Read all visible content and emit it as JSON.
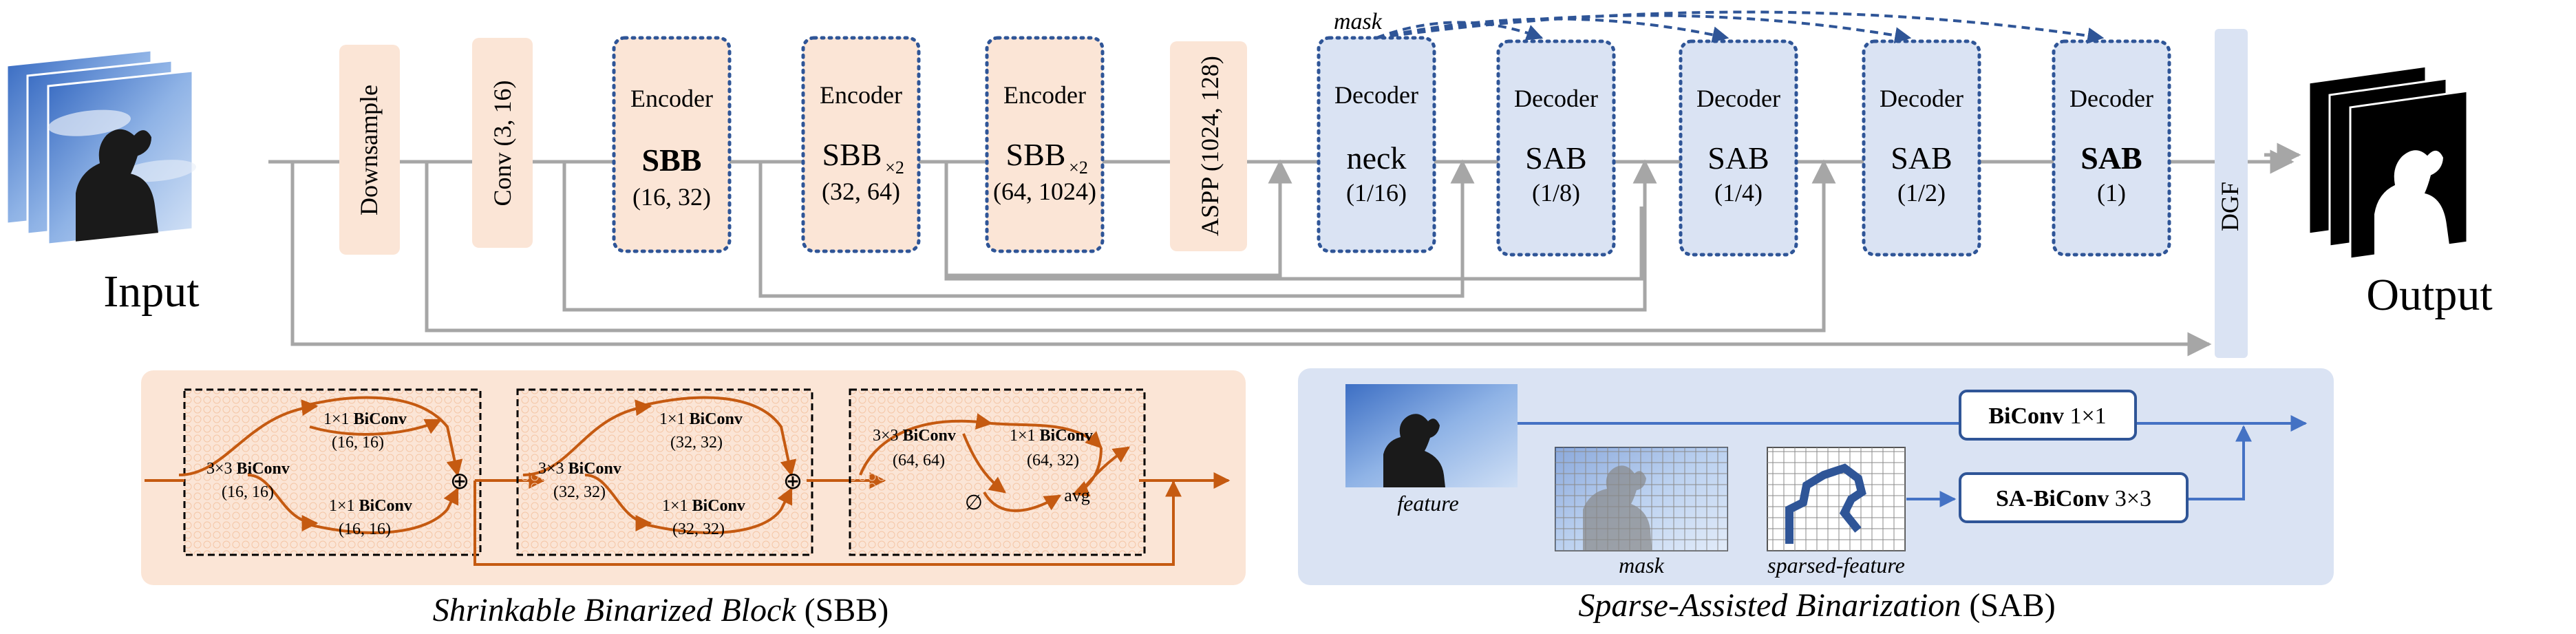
{
  "input_label": "Input",
  "output_label": "Output",
  "mask_label": "mask",
  "dgf_label": "DGF",
  "pipeline": {
    "downsample": "Downsample",
    "conv": "Conv (3, 16)",
    "aspp": "ASPP (1024, 128)",
    "encoders": [
      {
        "title": "Encoder",
        "name": "SBB",
        "sub": "",
        "dims": "(16, 32)"
      },
      {
        "title": "Encoder",
        "name": "SBB",
        "sub": "×2",
        "dims": "(32, 64)"
      },
      {
        "title": "Encoder",
        "name": "SBB",
        "sub": "×2",
        "dims": "(64, 1024)"
      }
    ],
    "decoders": [
      {
        "title": "Decoder",
        "name": "neck",
        "dims": "(1/16)"
      },
      {
        "title": "Decoder",
        "name": "SAB",
        "dims": "(1/8)"
      },
      {
        "title": "Decoder",
        "name": "SAB",
        "dims": "(1/4)"
      },
      {
        "title": "Decoder",
        "name": "SAB",
        "dims": "(1/2)"
      },
      {
        "title": "Decoder",
        "name": "SAB",
        "dims": "(1)"
      }
    ]
  },
  "sbb": {
    "caption_italic": "Shrinkable Binarized Block",
    "caption_suffix": " (SBB)",
    "block1": {
      "left_prefix": "3×3 ",
      "left_bold": "BiConv",
      "left_dims": "(16, 16)",
      "top_prefix": "1×1 ",
      "top_bold": "BiConv",
      "top_dims": "(16, 16)",
      "bot_prefix": "1×1 ",
      "bot_bold": "BiConv",
      "bot_dims": "(16, 16)"
    },
    "block2": {
      "left_prefix": "3×3 ",
      "left_bold": "BiConv",
      "left_dims": "(32, 32)",
      "top_prefix": "1×1 ",
      "top_bold": "BiConv",
      "top_dims": "(32, 32)",
      "bot_prefix": "1×1 ",
      "bot_bold": "BiConv",
      "bot_dims": "(32, 32)"
    },
    "block3": {
      "left_prefix": "3×3 ",
      "left_bold": "BiConv",
      "left_dims": "(64, 64)",
      "right_prefix": "1×1 ",
      "right_bold": "BiConv",
      "right_dims": "(64, 32)",
      "avg": "avg"
    }
  },
  "sab": {
    "caption_italic": "Sparse-Assisted Binarization",
    "caption_suffix": " (SAB)",
    "feature": "feature",
    "mask": "mask",
    "sparsed": "sparsed-feature",
    "biconv_bold": "BiConv",
    "biconv_rest": " 1×1",
    "sa_bold": "SA-BiConv",
    "sa_rest": " 3×3"
  },
  "colors": {
    "encoder_fill": "#fbe5d6",
    "decoder_fill": "#dae3f3",
    "decoder_border": "#2f5597",
    "arrow_gray": "#a6a6a6",
    "arrow_orange": "#c55a11",
    "arrow_blue": "#4472c4",
    "sab_panel": "#dae3f3",
    "sbb_panel": "#fbe5d6"
  }
}
